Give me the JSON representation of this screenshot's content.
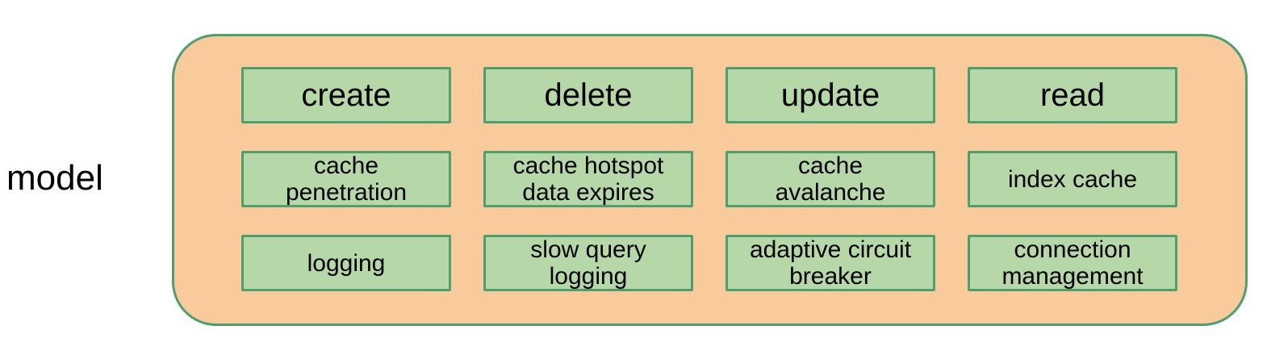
{
  "colors": {
    "page_bg": "#ffffff",
    "container_fill": "#f9cb9c",
    "box_fill": "#b6d7a8",
    "border_green": "#4e9e6e",
    "text_color": "#000000"
  },
  "diagram": {
    "label": "model",
    "grid": {
      "rows": [
        {
          "cells": [
            "create",
            "delete",
            "update",
            "read"
          ]
        },
        {
          "cells": [
            "cache\npenetration",
            "cache hotspot\ndata expires",
            "cache\navalanche",
            "index cache"
          ]
        },
        {
          "cells": [
            "logging",
            "slow query\nlogging",
            "adaptive circuit\nbreaker",
            "connection\nmanagement"
          ]
        }
      ]
    }
  }
}
